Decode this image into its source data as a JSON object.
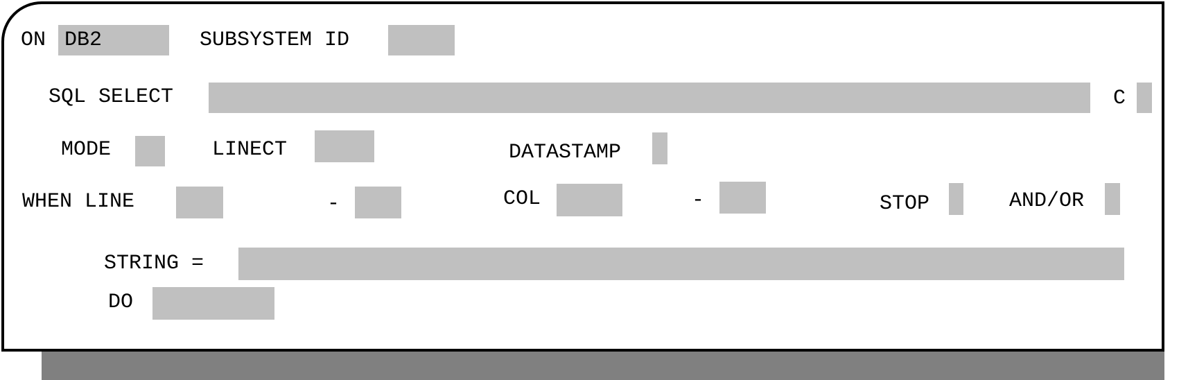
{
  "labels": {
    "on": "ON",
    "subsystem_id": "SUBSYSTEM ID",
    "sql_select": "SQL SELECT",
    "c": "C",
    "mode": "MODE",
    "linect": "LINECT",
    "datastamp": "DATASTAMP",
    "when_line": "WHEN LINE",
    "line_dash": "-",
    "col": "COL",
    "col_dash": "-",
    "stop": "STOP",
    "and_or": "AND/OR",
    "string_eq": "STRING =",
    "do": "DO"
  },
  "fields": {
    "on_value": "DB2",
    "subsystem_id": "",
    "sql_select": "",
    "c": "",
    "mode": "",
    "linect": "",
    "datastamp": "",
    "line_from": "",
    "line_to": "",
    "col_from": "",
    "col_to": "",
    "stop": "",
    "and_or": "",
    "string": "",
    "do": ""
  },
  "colors": {
    "field_bg": "#c0c0c0",
    "shadow": "#808080",
    "border": "#000000"
  }
}
